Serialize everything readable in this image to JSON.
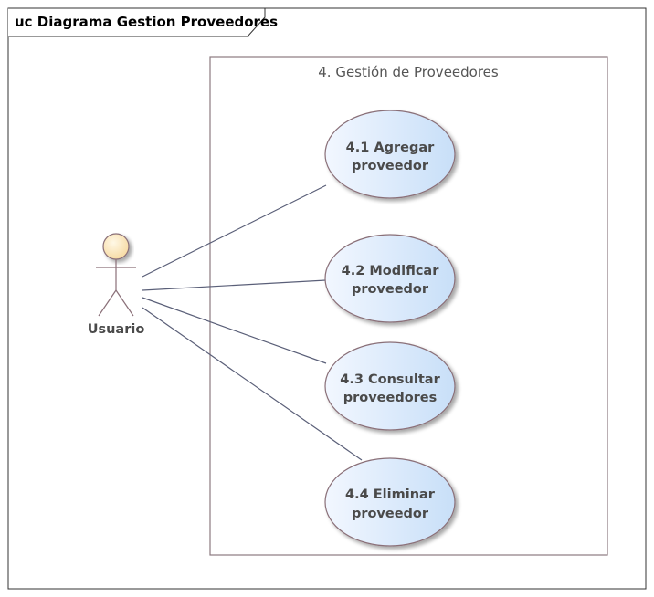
{
  "frame": {
    "title": "uc Diagrama Gestion Proveedores"
  },
  "system_boundary": {
    "title": "4. Gestión de Proveedores"
  },
  "actor": {
    "name": "Usuario"
  },
  "use_cases": [
    {
      "line1": "4.1 Agregar",
      "line2": "proveedor"
    },
    {
      "line1": "4.2 Modificar",
      "line2": "proveedor"
    },
    {
      "line1": "4.3 Consultar",
      "line2": "proveedores"
    },
    {
      "line1": "4.4 Eliminar",
      "line2": "proveedor"
    }
  ],
  "colors": {
    "usecase_fill_start": "#f2f7ff",
    "usecase_fill_end": "#c8dff8",
    "usecase_stroke": "#8a6f78",
    "actor_head_fill": "#fbe6b8",
    "line": "#5a5f78",
    "boundary_stroke": "#8c7a80"
  }
}
